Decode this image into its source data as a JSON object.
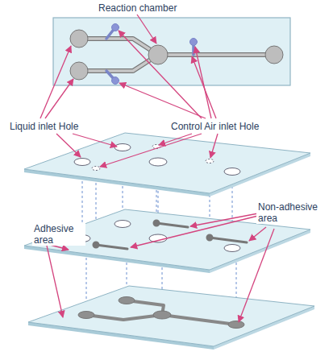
{
  "diagram": {
    "labels": [
      "Reaction chamber",
      "Liquid inlet Hole",
      "Control Air inlet Hole",
      "Adhesive area",
      "Non-adhesive area"
    ]
  }
}
